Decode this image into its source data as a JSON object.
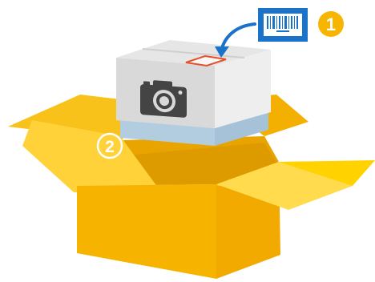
{
  "diagram": {
    "steps": [
      {
        "number": "1",
        "style": "filled"
      },
      {
        "number": "2",
        "style": "outline"
      }
    ],
    "icons": {
      "label": "barcode-label-icon",
      "product": "camera-icon",
      "arrow": "curved-arrow-icon"
    },
    "colors": {
      "outer_box": "#f7b500",
      "outer_box_front": "#f6b400",
      "outer_box_side": "#ffd200",
      "inner_box_top": "#e6e6e6",
      "inner_box_front": "#d8d8d8",
      "inner_box_side": "#efefef",
      "camera": "#444444",
      "label_outline": "#e8502a",
      "barcode_label": "#1a73c8",
      "badge": "#f7b500",
      "base_band": "#b3cde0"
    }
  }
}
